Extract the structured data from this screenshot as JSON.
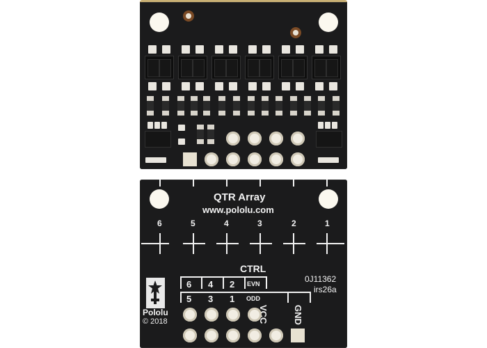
{
  "image": {
    "description": "Pololu QTR reflectance sensor array board, front (top) and back (bottom) views",
    "board_color": "#1b1b1c",
    "silkscreen_color": "#f2f2f2"
  },
  "top_view": {
    "sensor_count": 6,
    "header_pins_row1": 4,
    "header_pins_row2": 5
  },
  "bottom_view": {
    "title": "QTR Array",
    "url": "www.pololu.com",
    "sensor_labels": [
      "6",
      "5",
      "4",
      "3",
      "2",
      "1"
    ],
    "ctrl_label": "CTRL",
    "ctrl_top_row": [
      "6",
      "4",
      "2",
      "EVN"
    ],
    "ctrl_bottom_row": [
      "5",
      "3",
      "1",
      "ODD"
    ],
    "power_labels": [
      "VCC",
      "GND"
    ],
    "part_number": "0J11362",
    "revision": "irs26a",
    "brand": "Pololu",
    "copyright": "© 2018"
  }
}
